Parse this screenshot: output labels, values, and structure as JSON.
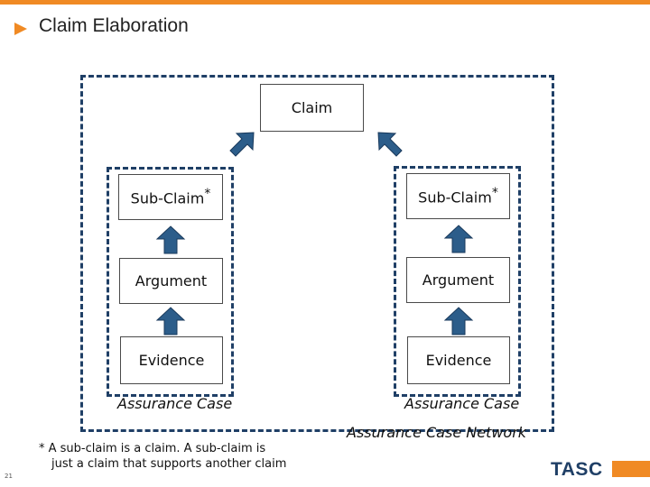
{
  "header": {
    "title": "Claim Elaboration",
    "accent_color": "#f08a24"
  },
  "diagram": {
    "claim": "Claim",
    "network_label": "Assurance Case Network",
    "left_case": {
      "subclaim": "Sub-Claim",
      "subclaim_marker": "*",
      "argument": "Argument",
      "evidence": "Evidence",
      "case_label": "Assurance Case"
    },
    "right_case": {
      "subclaim": "Sub-Claim",
      "subclaim_marker": "*",
      "argument": "Argument",
      "evidence": "Evidence",
      "case_label": "Assurance Case"
    },
    "arrow_color": "#2c5d8a",
    "frame_color": "#1f3f66"
  },
  "footnote": {
    "line1": "* A sub-claim is a claim.  A sub-claim is",
    "line2": "just a claim that supports another claim"
  },
  "page_number": "21",
  "logo": {
    "text": "TASC",
    "color": "#1f3f66"
  }
}
